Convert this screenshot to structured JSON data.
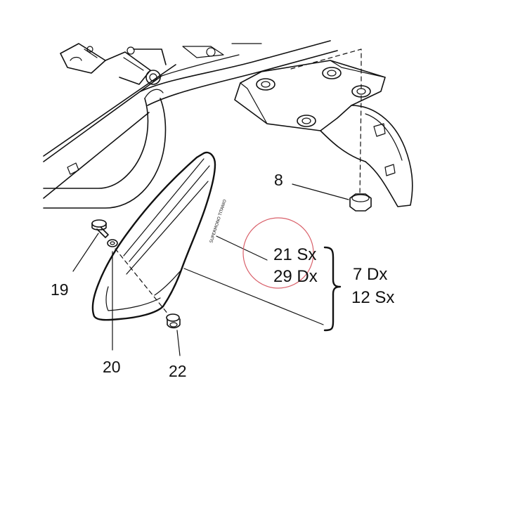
{
  "labels": {
    "part_8": "8",
    "part_19": "19",
    "part_20": "20",
    "part_22": "22",
    "decal_text": "SUPERMONO TITANIO",
    "left_group": [
      {
        "id": "line1",
        "text": "21 Sx"
      },
      {
        "id": "line2",
        "text": "29 Dx"
      }
    ],
    "right_group": [
      {
        "id": "line1",
        "text": "7 Dx"
      },
      {
        "id": "line2",
        "text": "12 Sx"
      }
    ]
  },
  "colors": {
    "line": "#111111",
    "highlight_circle": "#d9606a",
    "background": "#ffffff"
  }
}
